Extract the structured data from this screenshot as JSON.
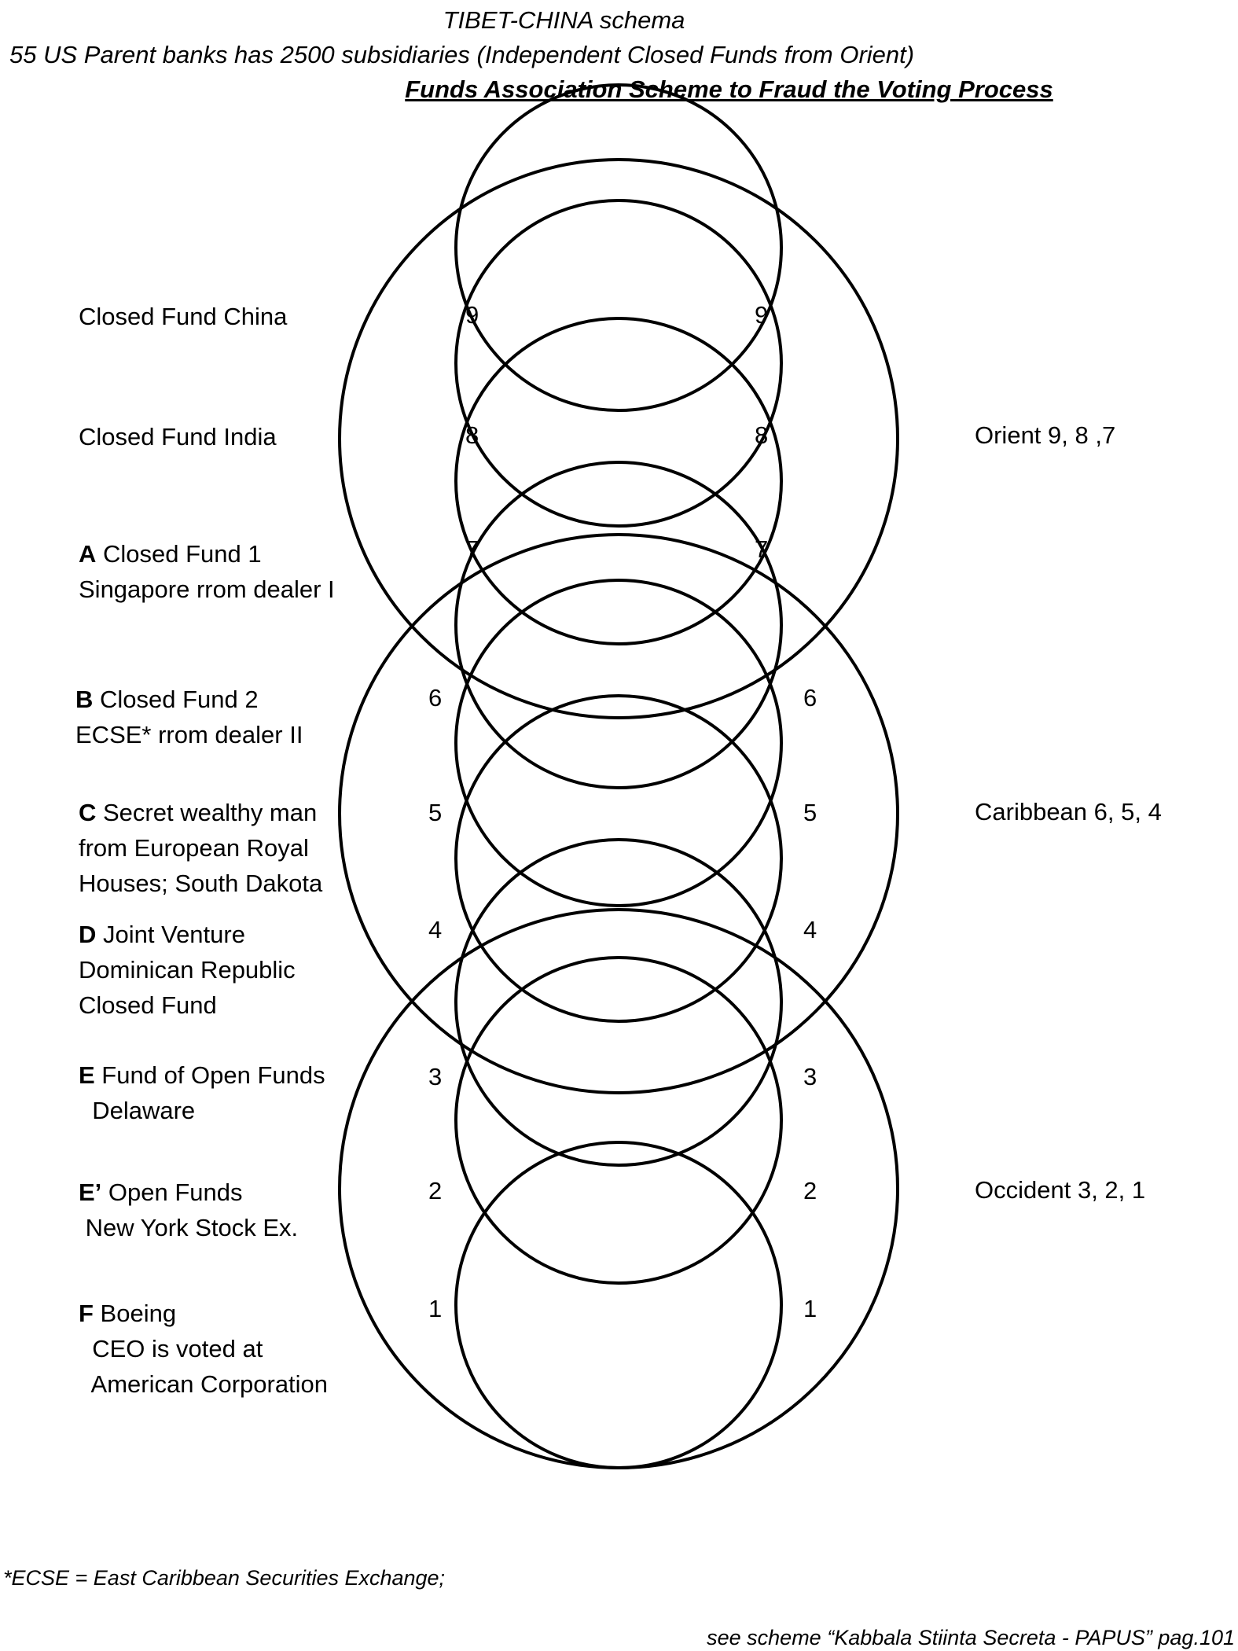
{
  "header": {
    "line1": "TIBET-CHINA schema",
    "line2": "55 US Parent banks has 2500 subsidiaries (Independent Closed Funds from Orient)",
    "line3": "Funds Association Scheme to Fraud the Voting Process "
  },
  "labels": [
    {
      "id": "china",
      "letter": "",
      "lines": [
        "Closed Fund China"
      ]
    },
    {
      "id": "india",
      "letter": "",
      "lines": [
        "Closed Fund India"
      ]
    },
    {
      "id": "a",
      "letter": "A",
      "lines": [
        " Closed Fund 1",
        "Singapore rrom dealer I"
      ]
    },
    {
      "id": "b",
      "letter": "B",
      "lines": [
        " Closed Fund 2",
        "ECSE* rrom dealer II"
      ]
    },
    {
      "id": "c",
      "letter": "C",
      "lines": [
        " Secret wealthy man",
        "from European Royal",
        "Houses; South Dakota"
      ]
    },
    {
      "id": "d",
      "letter": "D",
      "lines": [
        " Joint Venture",
        "Dominican Republic",
        "Closed Fund"
      ]
    },
    {
      "id": "e",
      "letter": "E",
      "lines": [
        " Fund of Open Funds",
        "  Delaware"
      ]
    },
    {
      "id": "e2",
      "letter": "E’",
      "lines": [
        " Open Funds",
        " New York Stock Ex."
      ]
    },
    {
      "id": "f",
      "letter": "F",
      "lines": [
        " Boeing",
        "  CEO is voted at",
        "  American Corporation"
      ]
    }
  ],
  "numbers": [
    "9",
    "8",
    "7",
    "6",
    "5",
    "4",
    "3",
    "2",
    "1"
  ],
  "regions": [
    "Orient 9, 8 ,7",
    "Caribbean 6, 5, 4",
    "Occident 3, 2, 1"
  ],
  "footnote": "*ECSE = East Caribbean Securities Exchange;",
  "reference": "see scheme “Kabbala Stiinta Secreta - PAPUS” pag.101"
}
